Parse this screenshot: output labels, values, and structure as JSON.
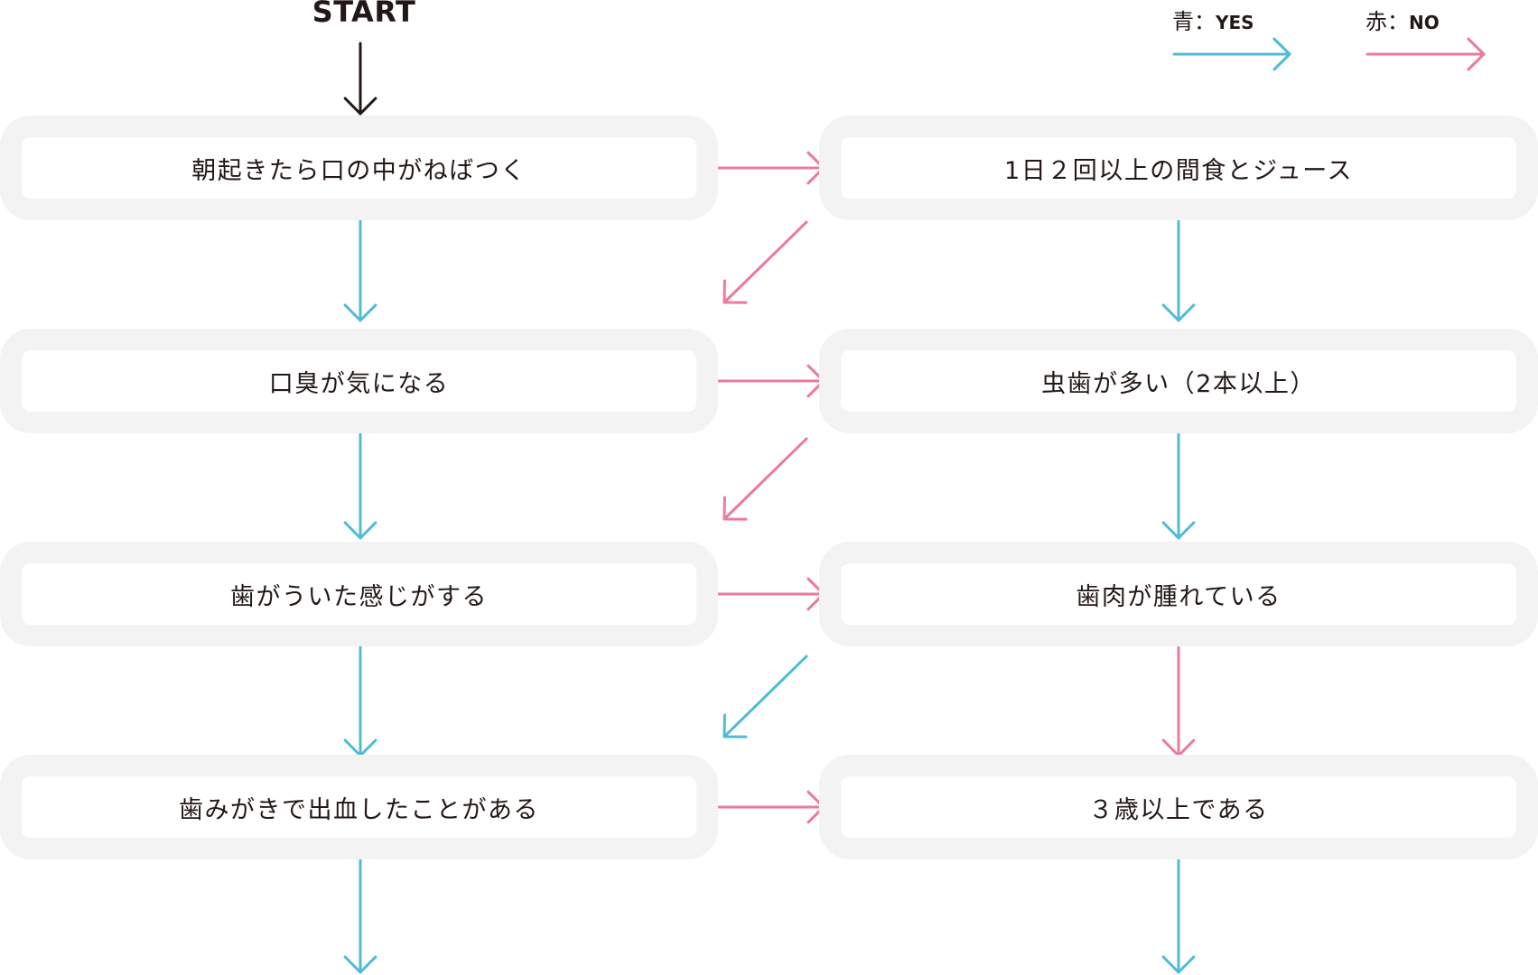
{
  "start": "START",
  "legend": [
    {
      "kanji": "青",
      "sep": "：",
      "text": "YES",
      "color": "#4fbcd2"
    },
    {
      "kanji": "赤",
      "sep": "：",
      "text": "NO",
      "color": "#ec7a9a"
    }
  ],
  "colors": {
    "yes": "#4fbcd2",
    "no": "#ec7a9a",
    "start_arrow": "#231815",
    "node_border": "#f3f3f3"
  },
  "nodes": {
    "left": [
      "朝起きたら口の中がねばつく",
      "口臭が気になる",
      "歯がういた感じがする",
      "歯みがきで出血したことがある"
    ],
    "right": [
      "1日２回以上の間食とジュース",
      "虫歯が多い（2本以上）",
      "歯肉が腫れている",
      "３歳以上である"
    ]
  },
  "edges": {
    "left_down": [
      "yes",
      "yes",
      "yes",
      "yes"
    ],
    "right_down": [
      "yes",
      "yes",
      "no",
      "yes"
    ],
    "across": [
      "no",
      "no",
      "no",
      "no"
    ],
    "diagonal": [
      "no",
      "no",
      "yes"
    ]
  }
}
